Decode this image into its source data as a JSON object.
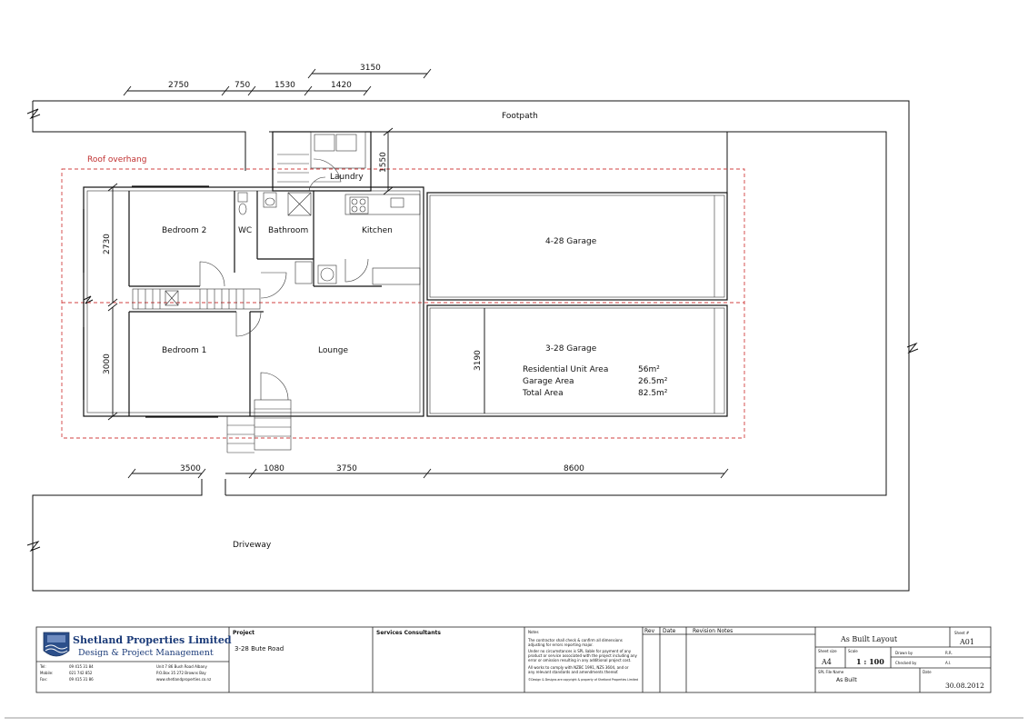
{
  "labels": {
    "footpath": "Footpath",
    "roof_overhang": "Roof overhang",
    "laundry": "Laundry",
    "bedroom2": "Bedroom 2",
    "wc": "WC",
    "bathroom": "Bathroom",
    "kitchen": "Kitchen",
    "garage4": "4-28 Garage",
    "garage3": "3-28 Garage",
    "bedroom1": "Bedroom 1",
    "lounge": "Lounge",
    "driveway": "Driveway"
  },
  "areas": [
    {
      "label": "Residential Unit Area",
      "value": "56m²"
    },
    {
      "label": "Garage Area",
      "value": "26.5m²"
    },
    {
      "label": "Total Area",
      "value": "82.5m²"
    }
  ],
  "dimensions": {
    "top_3150": "3150",
    "top_2750": "2750",
    "top_750": "750",
    "top_1530": "1530",
    "top_1420": "1420",
    "v_1550": "1550",
    "v_2730": "2730",
    "v_3000": "3000",
    "v_3190": "3190",
    "bottom_3500": "3500",
    "bottom_1080": "1080",
    "bottom_3750": "3750",
    "bottom_8600": "8600"
  },
  "title_block": {
    "company": "Shetland Properties Limited",
    "subtitle": "Design & Project Management",
    "contact": [
      {
        "k": "Tel:",
        "v": "09 415 31 84"
      },
      {
        "k": "Mobile:",
        "v": "021 742 852"
      },
      {
        "k": "Fax:",
        "v": "09 415 31 86"
      }
    ],
    "address": [
      "Unit 7 86 Bush Road Albany",
      "P.O.Box 35 272 Browns Bay",
      "www.shetlandproperties.co.nz"
    ],
    "project_label": "Project",
    "project_value": "3-28 Bute Road",
    "consultants_label": "Services Consultants",
    "notes_label": "Notes",
    "notes": [
      "The contractor shall check & confirm all dimensions",
      "adjusting for errors reporting major.",
      "Under no circumstances is SPL liable for payment of any",
      "product or service associated with the project including any",
      "error or omission resulting in any additional project cost.",
      "All works to comply with NZBC 1991, NZS 3604, and or",
      "any relevant standards and amendments thereof.",
      "©Design & Designs are copyright & property of Shetland Properties Limited"
    ],
    "rev_label": "Rev",
    "date_label": "Date",
    "revision_notes_label": "Revision Notes",
    "drawing_title": "As Built Layout",
    "sheet_label": "Sheet #",
    "sheet_value": "A01",
    "sheet_size_label": "Sheet size",
    "sheet_size_value": "A4",
    "scale_label": "Scale",
    "scale_value": "1 : 100",
    "drawn_by_label": "Drawn by",
    "drawn_by_value": "R.R.",
    "checked_by_label": "Checked by",
    "checked_by_value": "A.I.",
    "file_name_label": "SPL File Name",
    "file_name_value": "As Built",
    "date_field_label": "Date",
    "date_value": "30.08.2012"
  }
}
